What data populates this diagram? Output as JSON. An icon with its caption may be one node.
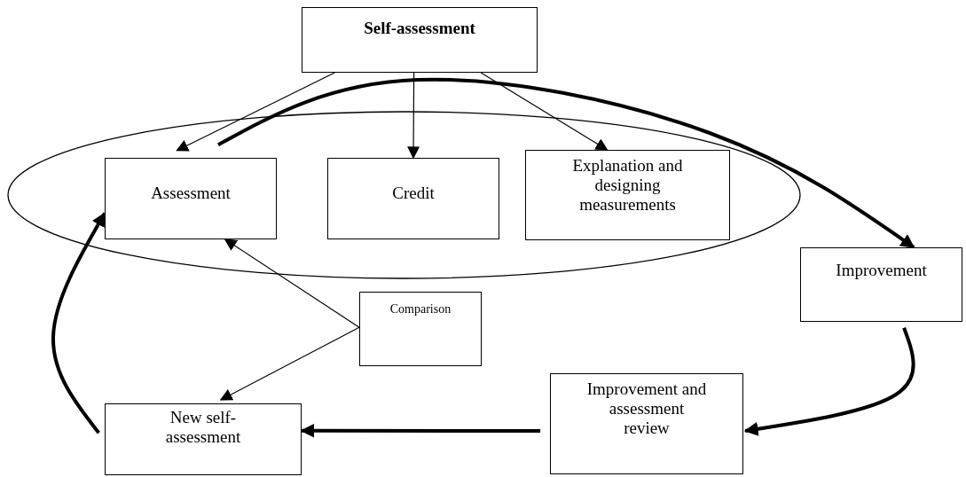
{
  "diagram": {
    "nodes": [
      {
        "text": [
          "Self-assessment"
        ]
      },
      {
        "text": [],
        "shape": "ellipse"
      },
      {
        "text": [
          "Assessment"
        ],
        "in": 1
      },
      {
        "text": [
          "Credit"
        ],
        "in": 1
      },
      {
        "text": [
          "Explanation and designing measurements"
        ],
        "in": 1
      },
      {
        "text": [
          "Improvement"
        ]
      },
      {
        "text": [
          "Comparison"
        ]
      },
      {
        "text": [
          "Improvement and assessment review"
        ]
      },
      {
        "text": [
          "New self-assessment"
        ]
      }
    ],
    "edges": [
      {
        "from": 0,
        "to": 2,
        "arrow": "to"
      },
      {
        "from": 0,
        "to": 3,
        "arrow": "to"
      },
      {
        "from": 0,
        "to": 4,
        "arrow": "to"
      },
      {
        "from": 2,
        "to": 5,
        "arrow": "to",
        "style": "thick"
      },
      {
        "from": 5,
        "to": 7,
        "arrow": "to",
        "style": "thick"
      },
      {
        "from": 7,
        "to": 8,
        "arrow": "to",
        "style": "thick"
      },
      {
        "from": 8,
        "to": 2,
        "arrow": "to",
        "style": "thick"
      },
      {
        "from": 6,
        "to": 2,
        "arrow": "to"
      },
      {
        "from": 6,
        "to": 8,
        "arrow": "to"
      }
    ]
  }
}
